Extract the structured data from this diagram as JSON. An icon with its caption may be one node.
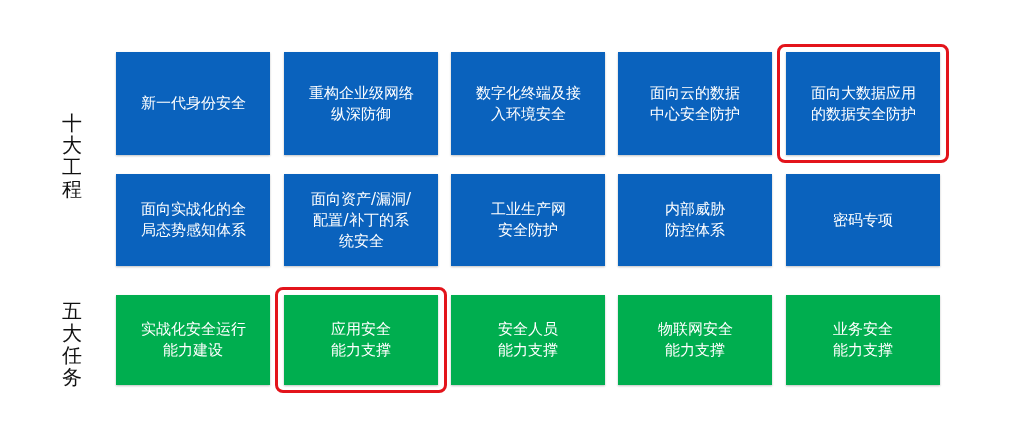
{
  "diagram": {
    "nodes": [
      {
        "text": [
          "新一代身份安全"
        ]
      },
      {
        "text": [
          "重构企业级网络纵深防御"
        ]
      },
      {
        "text": [
          "数字化终端及接入环境安全"
        ]
      },
      {
        "text": [
          "面向云的数据中心安全防护"
        ]
      },
      {
        "text": [],
        "shape": "box"
      },
      {
        "text": [
          "面向大数据应用的数据安全防护"
        ],
        "in": 4
      },
      {
        "text": [
          "面向实战化的全局态势感知体系"
        ]
      },
      {
        "text": [
          "面向资产/漏洞/配置/补丁的系统安全"
        ]
      },
      {
        "text": [
          "工业生产网安全防护"
        ]
      },
      {
        "text": [
          "内部威胁防控体系"
        ]
      },
      {
        "text": [
          "密码专项"
        ]
      },
      {
        "text": [
          "实战化安全运行能力建设"
        ]
      },
      {
        "text": [],
        "shape": "box"
      },
      {
        "text": [
          "应用安全能力支撑"
        ],
        "in": 12
      },
      {
        "text": [
          "安全人员能力支撑"
        ]
      },
      {
        "text": [
          "物联网安全能力支撑"
        ]
      },
      {
        "text": [
          "业务安全能力支撑"
        ]
      }
    ],
    "labels": [
      "十大工程",
      "五大任务"
    ]
  }
}
